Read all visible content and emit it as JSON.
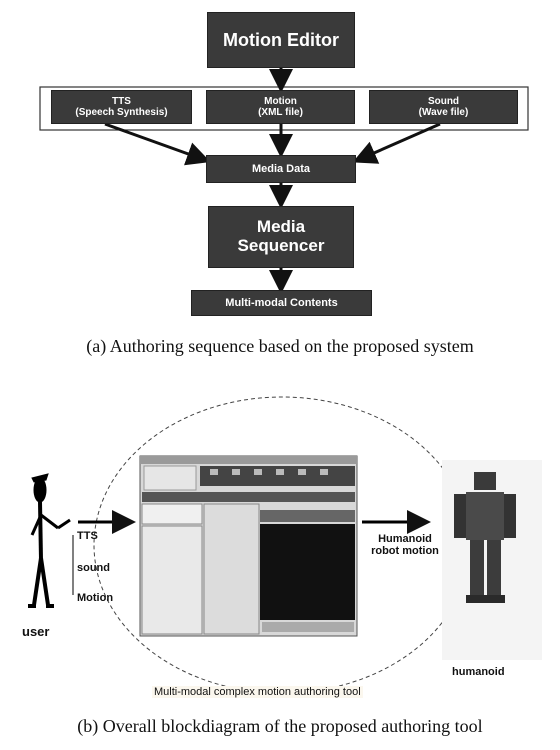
{
  "diagram_a": {
    "motion_editor": "Motion Editor",
    "tts": {
      "line1": "TTS",
      "line2": "(Speech Synthesis)"
    },
    "motion": {
      "line1": "Motion",
      "line2": "(XML file)"
    },
    "sound": {
      "line1": "Sound",
      "line2": "(Wave file)"
    },
    "media_data": "Media Data",
    "sequencer": {
      "line1": "Media",
      "line2": "Sequencer"
    },
    "contents": "Multi-modal Contents",
    "caption": "(a) Authoring sequence based on the proposed system"
  },
  "diagram_b": {
    "user_label": "user",
    "inputs": [
      "TTS",
      "sound",
      "Motion"
    ],
    "output_label": {
      "line1": "Humanoid",
      "line2": "robot motion"
    },
    "humanoid_label": "humanoid",
    "tool_label": "Multi-modal complex motion authoring tool",
    "caption": "(b) Overall blockdiagram of the proposed authoring tool"
  },
  "colors": {
    "box": "#3a3a3a",
    "text": "#ffffff",
    "line": "#111111"
  }
}
